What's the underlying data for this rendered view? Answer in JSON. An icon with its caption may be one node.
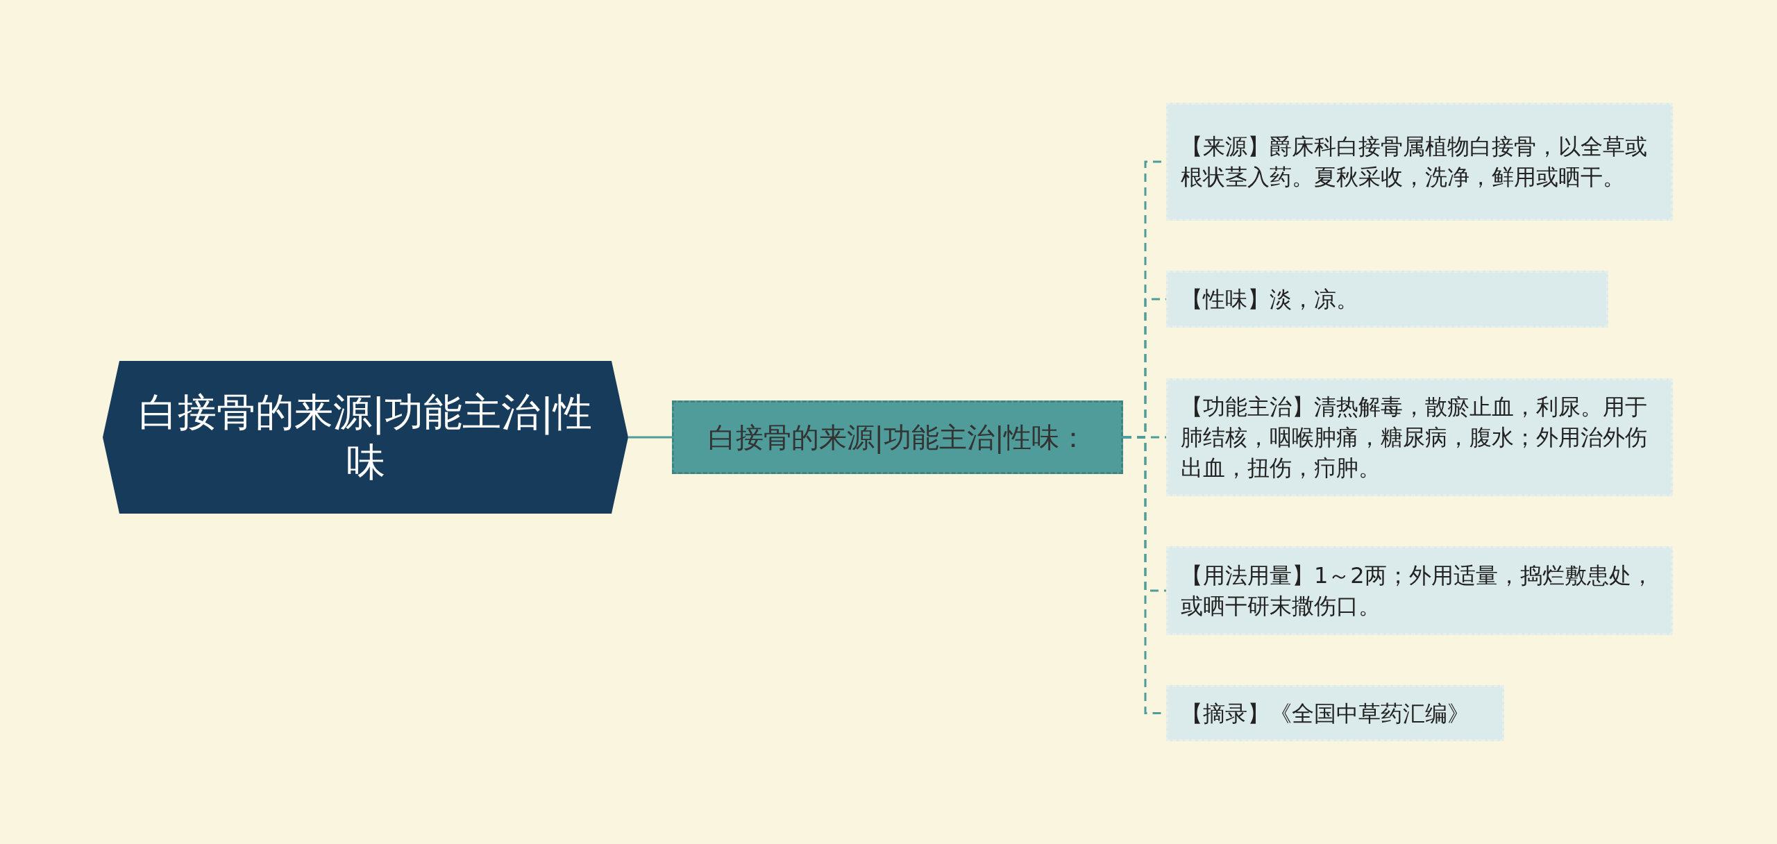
{
  "diagram": {
    "nodes": [
      {
        "text": [
          "白接骨的来源|功能主治|性味"
        ]
      },
      {
        "text": [
          "白接骨的来源|功能主治|性味："
        ]
      },
      {
        "text": [
          "【来源】爵床科白接骨属植物白接骨，以全草或根状茎入药。夏秋采收，洗净，鲜用或晒干。"
        ]
      },
      {
        "text": [
          "【性味】淡，凉。"
        ]
      },
      {
        "text": [
          "【功能主治】清热解毒，散瘀止血，利尿。用于肺结核，咽喉肿痛，糖尿病，腹水；外用治外伤出血，扭伤，疖肿。"
        ]
      },
      {
        "text": [
          "【用法用量】1～2两；外用适量，捣烂敷患处，或晒干研末撒伤口。"
        ]
      },
      {
        "text": [
          "【摘录】《全国中草药汇编》"
        ]
      }
    ],
    "edges": [
      {
        "from": 0,
        "to": 1,
        "arrow": "none"
      },
      {
        "from": 1,
        "to": 2,
        "arrow": "none",
        "style": "dashed"
      },
      {
        "from": 1,
        "to": 3,
        "arrow": "none",
        "style": "dashed"
      },
      {
        "from": 1,
        "to": 4,
        "arrow": "none",
        "style": "dashed"
      },
      {
        "from": 1,
        "to": 5,
        "arrow": "none",
        "style": "dashed"
      },
      {
        "from": 1,
        "to": 6,
        "arrow": "none",
        "style": "dashed"
      }
    ]
  }
}
